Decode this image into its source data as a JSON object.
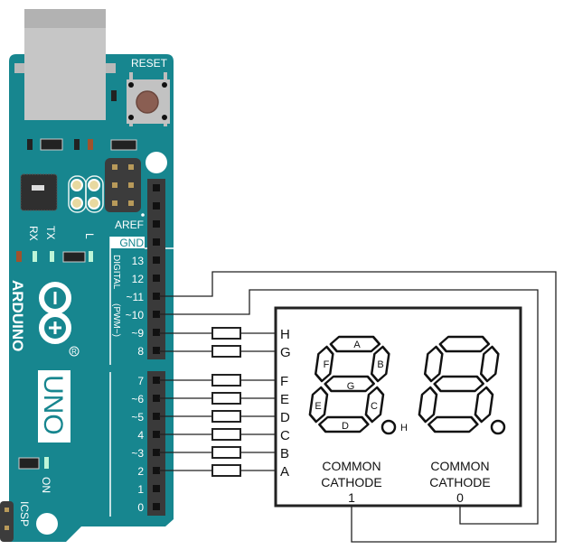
{
  "board": {
    "name": "ARDUINO",
    "model": "UNO",
    "reset_label": "RESET",
    "labels": {
      "rx": "RX",
      "tx": "TX",
      "l": "L",
      "on": "ON",
      "icsp": "ICSP",
      "digital": "DIGITAL",
      "pwm": "(PWM~)",
      "registered": "R"
    },
    "upper_pins": [
      "",
      "",
      "AREF",
      "GND",
      "13",
      "12",
      "~11",
      "~10",
      "~9",
      "8"
    ],
    "lower_pins": [
      "7",
      "~6",
      "~5",
      "4",
      "~3",
      "2",
      "1",
      "0"
    ]
  },
  "display": {
    "segment_pins": [
      "H",
      "G",
      "F",
      "E",
      "D",
      "C",
      "B",
      "A"
    ],
    "digit_segments": [
      "A",
      "B",
      "C",
      "D",
      "E",
      "F",
      "G"
    ],
    "dp_label": "H",
    "cathodes": [
      {
        "line1": "COMMON",
        "line2": "CATHODE",
        "number": "1"
      },
      {
        "line1": "COMMON",
        "line2": "CATHODE",
        "number": "0"
      }
    ]
  },
  "colors": {
    "board": "#17868f",
    "header": "#3a3a3a",
    "wire": "#222222"
  }
}
